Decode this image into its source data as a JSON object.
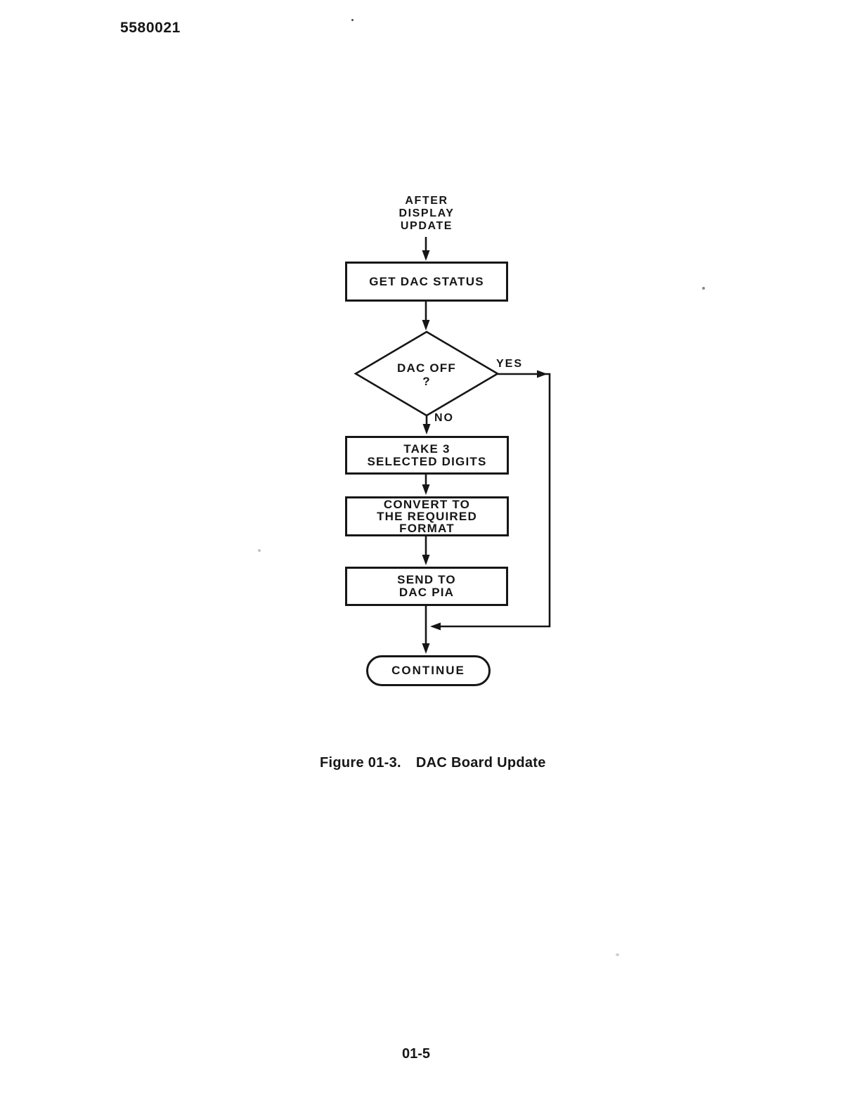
{
  "page": {
    "doc_number": "5580021",
    "caption": {
      "figure_label": "Figure 01-3.",
      "figure_title": "DAC Board Update"
    },
    "page_number": "01-5"
  },
  "flowchart": {
    "entry_label": "AFTER\nDISPLAY\nUPDATE",
    "nodes": {
      "get_dac_status": {
        "type": "process",
        "label": "GET DAC STATUS"
      },
      "dac_off": {
        "type": "decision",
        "label": "DAC OFF\n?"
      },
      "take_3_selected_digits": {
        "type": "process",
        "label": "TAKE 3\nSELECTED DIGITS"
      },
      "convert_to_required_format": {
        "type": "process",
        "label": "CONVERT TO\nTHE REQUIRED\nFORMAT"
      },
      "send_to_dac_pia": {
        "type": "process",
        "label": "SEND TO\nDAC PIA"
      },
      "continue": {
        "type": "terminator",
        "label": "CONTINUE"
      }
    },
    "branch_labels": {
      "yes": "YES",
      "no": "NO"
    },
    "colors": {
      "ink": "#161616",
      "paper": "#ffffff"
    }
  }
}
